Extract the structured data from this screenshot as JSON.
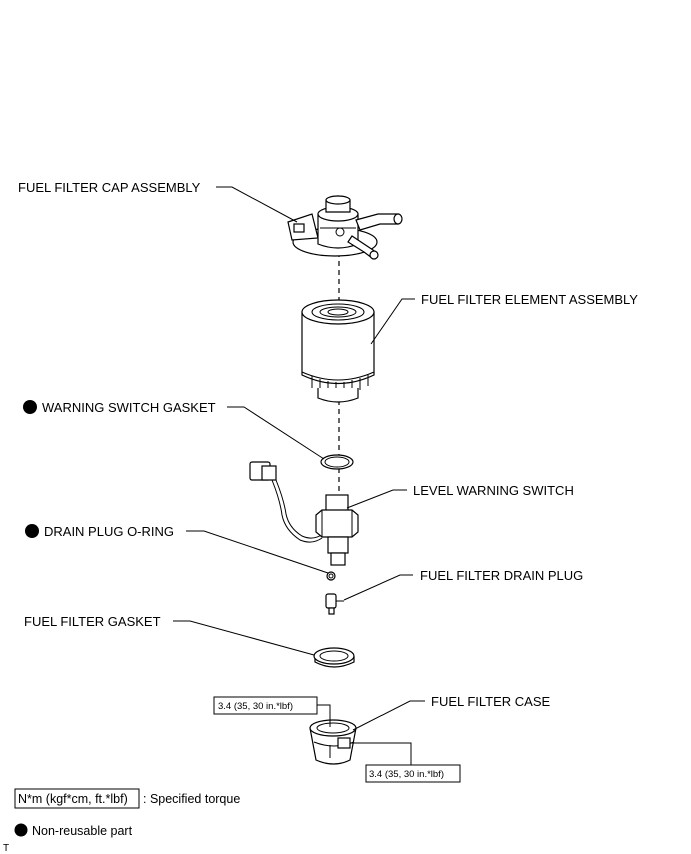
{
  "labels": {
    "cap_assembly": "FUEL FILTER CAP ASSEMBLY",
    "element_assembly": "FUEL FILTER ELEMENT ASSEMBLY",
    "warning_switch_gasket": "WARNING SWITCH GASKET",
    "level_warning_switch": "LEVEL WARNING SWITCH",
    "drain_plug_oring": "DRAIN PLUG O-RING",
    "drain_plug": "FUEL FILTER DRAIN PLUG",
    "filter_gasket": "FUEL FILTER GASKET",
    "filter_case": "FUEL FILTER CASE"
  },
  "torque": {
    "upper": "3.4 (35, 30 in.*lbf)",
    "lower": "3.4 (35, 30 in.*lbf)"
  },
  "legend": {
    "torque_box": "N*m (kgf*cm, ft.*lbf)",
    "torque_text": ": Specified torque",
    "nonreusable_text": "Non-reusable part"
  },
  "corner_mark": "T"
}
